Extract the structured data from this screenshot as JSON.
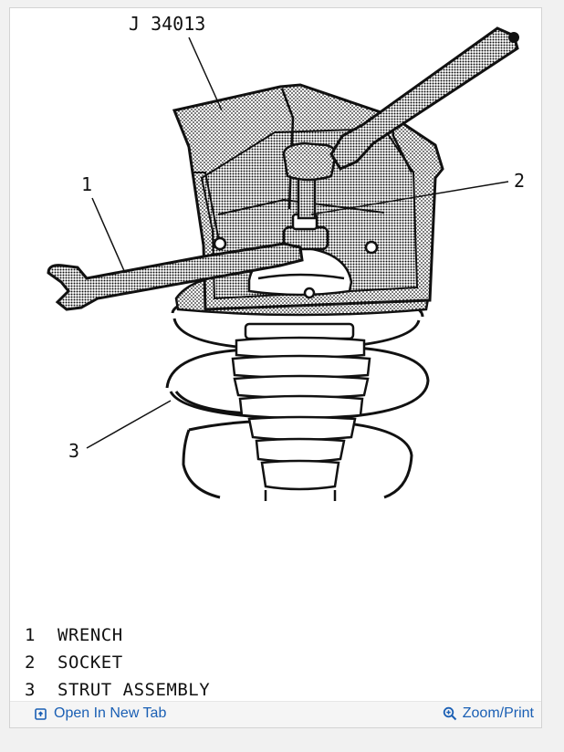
{
  "figure": {
    "part_number": "J 34013",
    "callouts": [
      {
        "number": "1"
      },
      {
        "number": "2"
      },
      {
        "number": "3"
      }
    ]
  },
  "legend": [
    {
      "number": "1",
      "label": "WRENCH"
    },
    {
      "number": "2",
      "label": "SOCKET"
    },
    {
      "number": "3",
      "label": "STRUT ASSEMBLY"
    }
  ],
  "toolbar": {
    "open_label": "Open In New Tab",
    "zoom_label": "Zoom/Print",
    "link_color": "#1a5fb4"
  }
}
